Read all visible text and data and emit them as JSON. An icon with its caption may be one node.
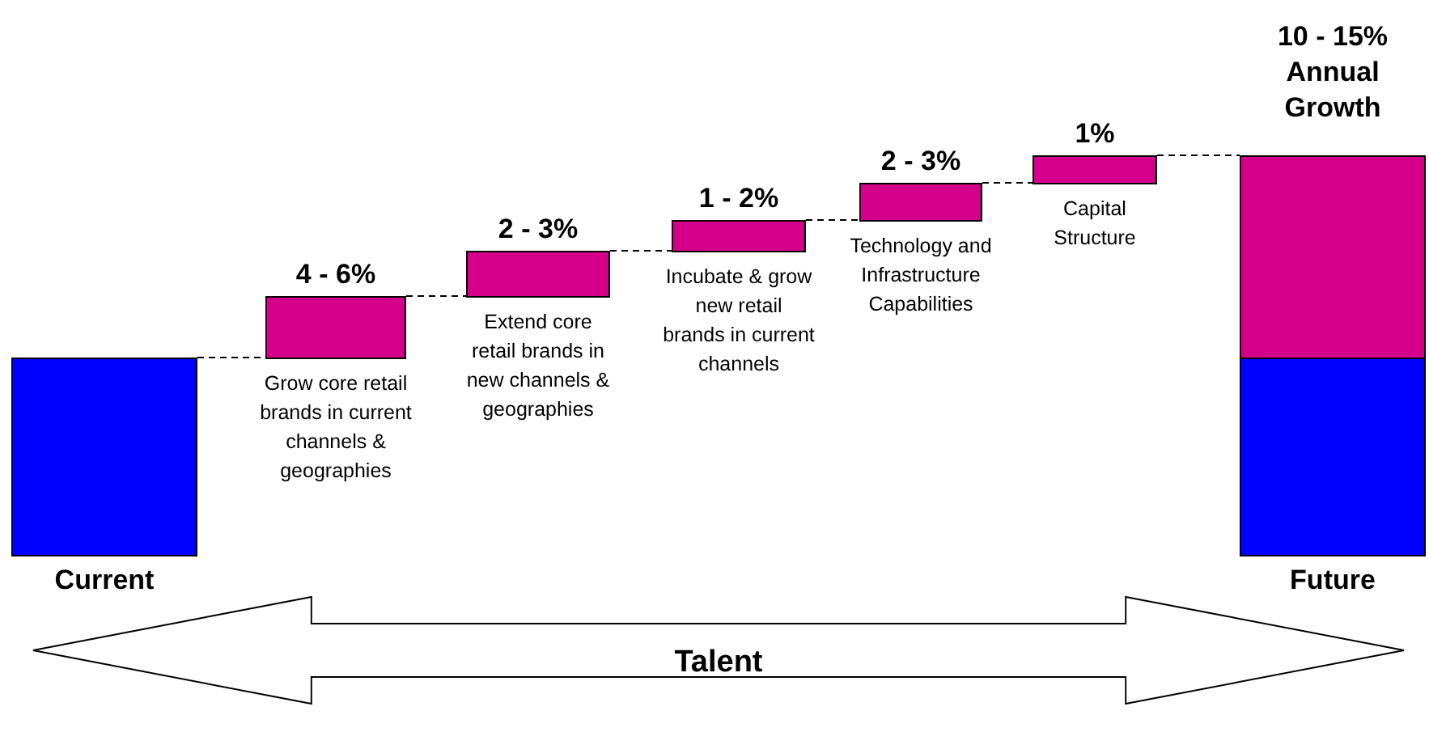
{
  "diagram": {
    "nodes": [
      {
        "text": [
          "Current"
        ]
      },
      {
        "text": [
          "4 - 6%",
          "Grow core retail brands in current channels & geographies"
        ]
      },
      {
        "text": [
          "2 - 3%",
          "Extend core retail brands in new channels & geographies"
        ]
      },
      {
        "text": [
          "1 - 2%",
          "Incubate & grow new retail brands in current channels"
        ]
      },
      {
        "text": [
          "2 - 3%",
          "Technology and Infrastructure Capabilities"
        ]
      },
      {
        "text": [
          "1%",
          "Capital Structure"
        ]
      },
      {
        "text": [
          "10 - 15% Annual Growth",
          "Future"
        ]
      },
      {
        "text": [
          "Talent"
        ]
      }
    ],
    "edges": [
      {
        "from": 0,
        "to": 1,
        "arrow": "none",
        "style": "dashed"
      },
      {
        "from": 1,
        "to": 2,
        "arrow": "none",
        "style": "dashed"
      },
      {
        "from": 2,
        "to": 3,
        "arrow": "none",
        "style": "dashed"
      },
      {
        "from": 3,
        "to": 4,
        "arrow": "none",
        "style": "dashed"
      },
      {
        "from": 4,
        "to": 5,
        "arrow": "none",
        "style": "dashed"
      },
      {
        "from": 5,
        "to": 6,
        "arrow": "none",
        "style": "dashed"
      }
    ]
  }
}
